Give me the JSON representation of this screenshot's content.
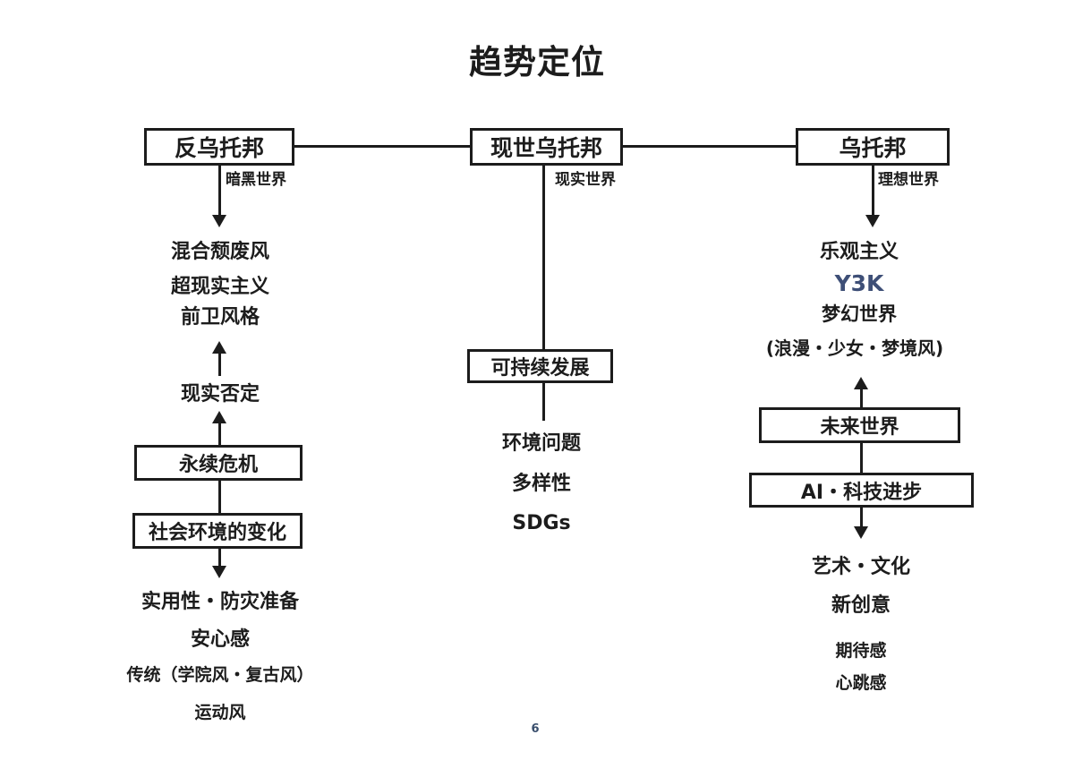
{
  "title": "趋势定位",
  "page_number": "6",
  "colors": {
    "line": "#1c1c1c",
    "y3k_text": "#3e4f77",
    "page_number_text": "#3a4f6d",
    "background": "#ffffff"
  },
  "columns": {
    "dystopia": {
      "header": "反乌托邦",
      "world_label": "暗黑世界",
      "styles": [
        "混合颓废风",
        "超现实主义",
        "前卫风格"
      ],
      "mid_label": "现实否定",
      "box_crisis": "永续危机",
      "box_social": "社会环境的变化",
      "bottom_items": [
        "实用性・防灾准备",
        "安心感",
        "传统（学院风・复古风）",
        "运动风"
      ]
    },
    "present_utopia": {
      "header": "现世乌托邦",
      "world_label": "现实世界",
      "box_sustain": "可持续发展",
      "bottom_items": [
        "环境问题",
        "多样性",
        "SDGs"
      ]
    },
    "utopia": {
      "header": "乌托邦",
      "world_label": "理想世界",
      "styles": [
        "乐观主义",
        "Y3K",
        "梦幻世界",
        "(浪漫・少女・梦境风)"
      ],
      "box_future": "未来世界",
      "box_ai": "AI・科技进步",
      "bottom_items": [
        "艺术・文化",
        "新创意",
        "期待感",
        "心跳感"
      ]
    }
  }
}
